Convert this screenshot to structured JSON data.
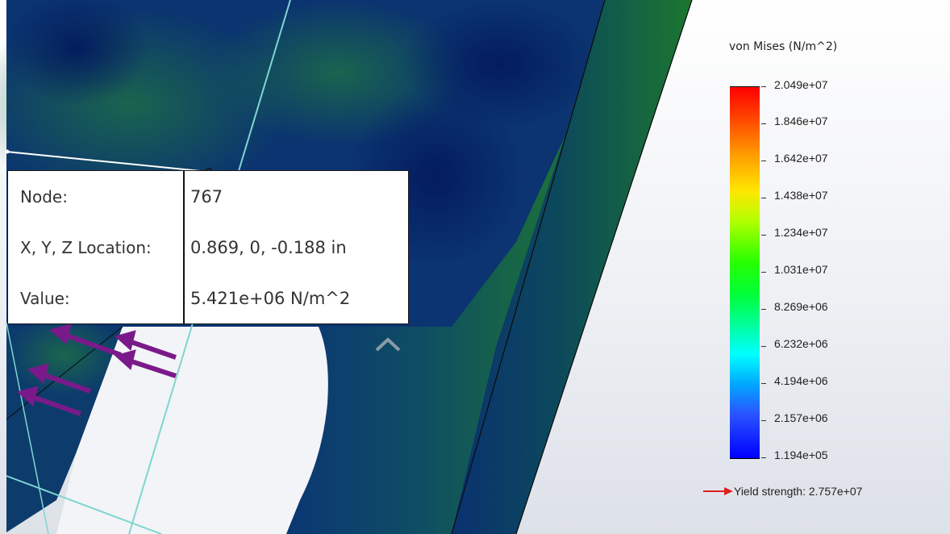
{
  "probe": {
    "rows": [
      {
        "label": "Node:",
        "value": "767"
      },
      {
        "label": "X, Y, Z Location:",
        "value": "0.869, 0, -0.188 in"
      },
      {
        "label": "Value:",
        "value": "5.421e+06 N/m^2"
      }
    ]
  },
  "legend": {
    "title": "von Mises (N/m^2)",
    "values": [
      "2.049e+07",
      "1.846e+07",
      "1.642e+07",
      "1.438e+07",
      "1.234e+07",
      "1.031e+07",
      "8.269e+06",
      "6.232e+06",
      "4.194e+06",
      "2.157e+06",
      "1.194e+05"
    ],
    "yield_label": "Yield strength: 2.757e+07",
    "colors": {
      "max": "#ff0000",
      "mid": "#00ff00",
      "min": "#0000ff",
      "yield_arrow": "#e02020"
    }
  },
  "scene": {
    "colors": {
      "part_dark": "#0b2a66",
      "part_teal": "#0e5a5a",
      "part_green": "#1f7a2a",
      "mesh_line": "#7fd6d0",
      "load_arrow": "#7a1a8a",
      "background_top": "#ffffff",
      "background_bottom": "#dde1e8"
    },
    "icons": {
      "collapse": "chevron-up-icon",
      "load": "force-arrow-icon"
    }
  }
}
